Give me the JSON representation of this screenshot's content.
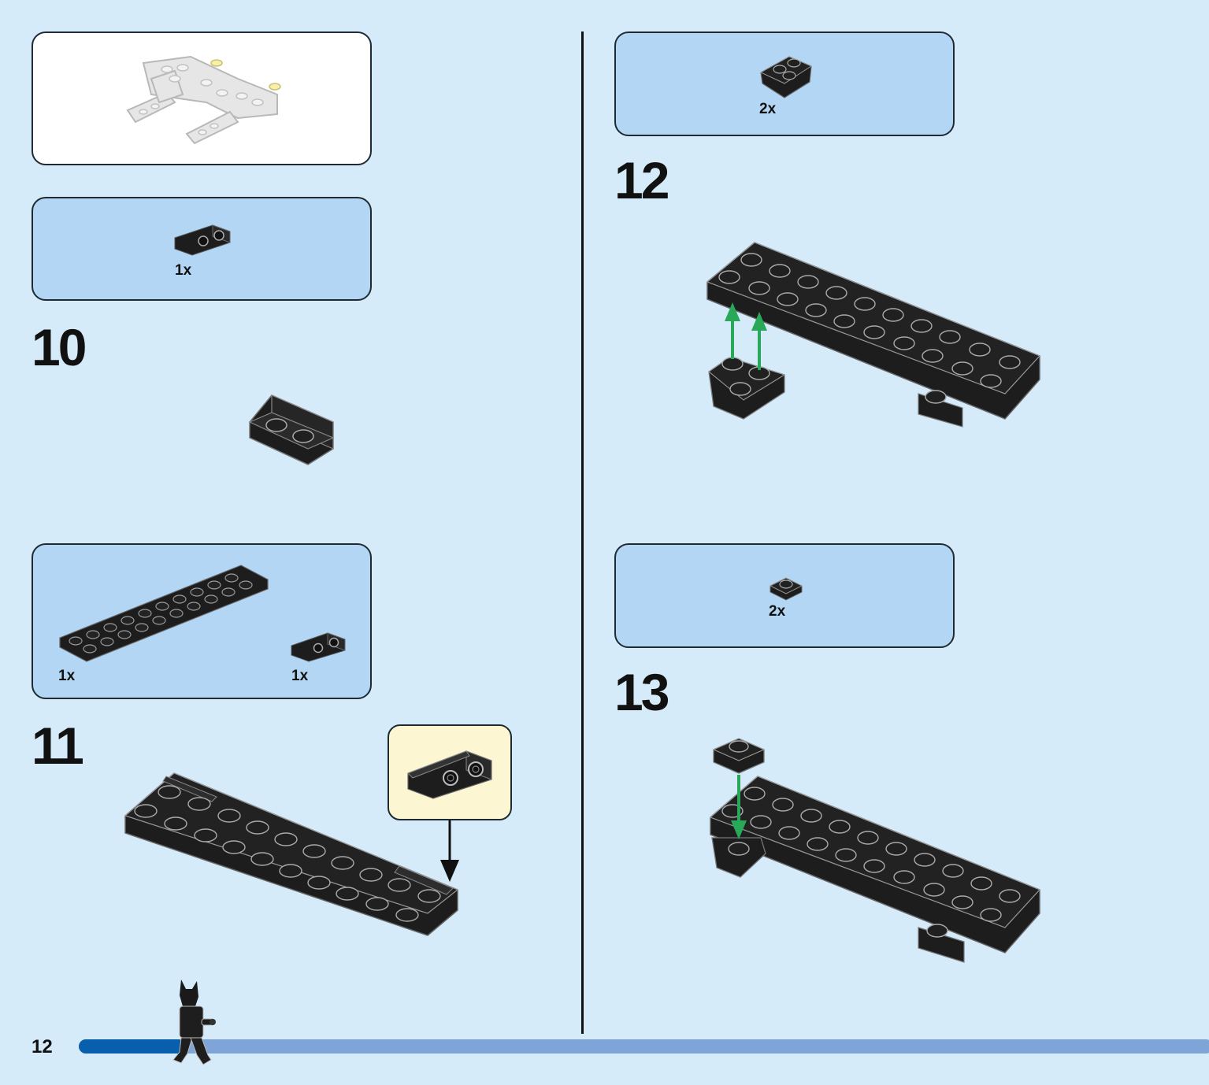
{
  "page": {
    "number": "12",
    "progress": 0.094
  },
  "colors": {
    "background": "#d5ebfa",
    "callout_blue": "#b3d6f4",
    "sub_callout": "#fdf6d2",
    "progress_fill": "#0a5fad",
    "progress_track": "#7ea4d8",
    "brick": "#1d1d1d",
    "arrow_green": "#2aa85a"
  },
  "preview": {
    "label": ""
  },
  "steps": [
    {
      "number": "10",
      "parts": [
        {
          "qty": "1x",
          "icon": "bracket-1x2-icon"
        }
      ]
    },
    {
      "number": "11",
      "parts": [
        {
          "qty": "1x",
          "icon": "plate-2x10-icon"
        },
        {
          "qty": "1x",
          "icon": "bracket-1x2-icon"
        }
      ]
    },
    {
      "number": "12",
      "parts": [
        {
          "qty": "2x",
          "icon": "wedge-plate-icon"
        }
      ]
    },
    {
      "number": "13",
      "parts": [
        {
          "qty": "2x",
          "icon": "plate-1x1-icon"
        }
      ]
    }
  ]
}
